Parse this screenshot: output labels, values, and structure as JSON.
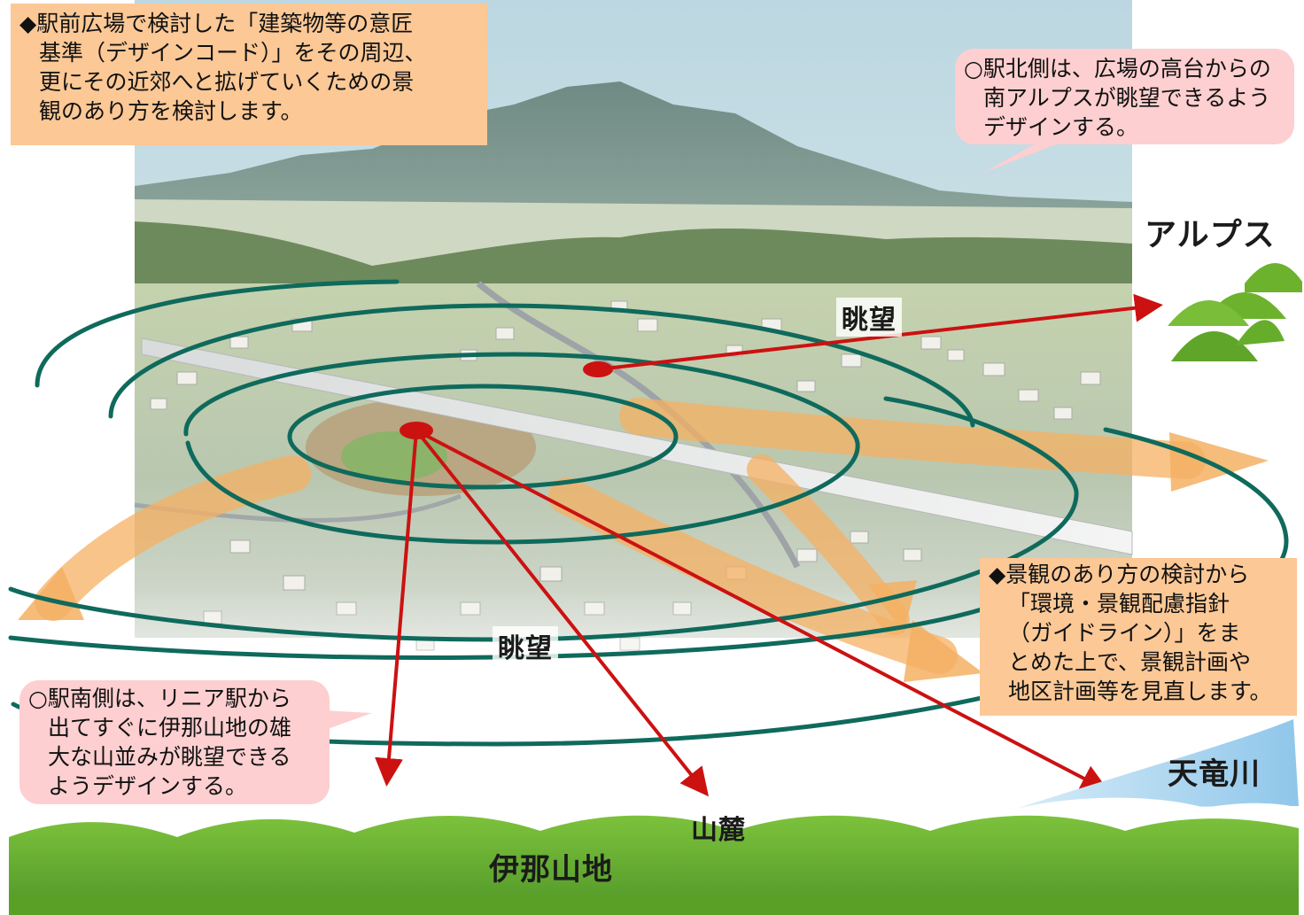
{
  "notes": {
    "top_left": [
      "◆駅前広場で検討した「建築物等の意匠",
      "基準（デザインコード）」をその周辺、",
      "更にその近郊へと拡げていくための景",
      "観のあり方を検討します。"
    ],
    "top_right": [
      "○駅北側は、広場の高台からの",
      "南アルプスが眺望できるよう",
      "デザインする。"
    ],
    "bottom_right": [
      "◆景観のあり方の検討から",
      "「環境・景観配慮指針",
      "（ガイドライン）」をま",
      "とめた上で、景観計画や",
      "地区計画等を見直します。"
    ],
    "bottom_left": [
      "○駅南側は、リニア駅から",
      "出てすぐに伊那山地の雄",
      "大な山並みが眺望できる",
      "ようデザインする。"
    ]
  },
  "labels": {
    "alps": "アルプス",
    "view_north": "眺望",
    "view_south": "眺望",
    "tenryu": "天竜川",
    "sanroku": "山麓",
    "ina": "伊那山地"
  },
  "colors": {
    "ring": "#0f6a5c",
    "arrow": "#cc1111",
    "flow": "#f5b063",
    "hill": "#6cb22d",
    "note_orange": "#fbc896",
    "note_pink": "#fdcfd0",
    "river": "#a7d3ef"
  }
}
